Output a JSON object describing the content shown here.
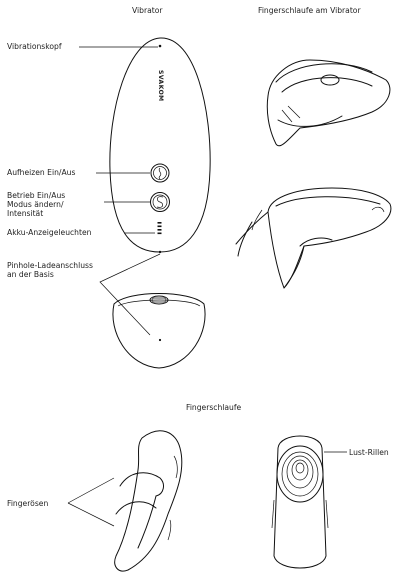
{
  "headings": {
    "vibrator": "Vibrator",
    "finger_loop_on_vibrator": "Fingerschlaufe am Vibrator",
    "finger_loop": "Fingerschlaufe"
  },
  "callouts": {
    "vibration_head": "Vibrationskopf",
    "heating": "Aufheizen Ein/Aus",
    "power_line1": "Betrieb Ein/Aus",
    "power_line2": "Modus ändern/",
    "power_line3": "Intensität",
    "battery_leds": "Akku-Anzeigeleuchten",
    "charging_line1": "Pinhole-Ladeanschluss",
    "charging_line2": "an der Basis",
    "finger_holes": "Fingerösen",
    "pleasure_ridges": "Lust-Rillen"
  },
  "brand_text": "SVAKOM",
  "colors": {
    "line": "#111111",
    "text": "#222222",
    "background": "#ffffff"
  }
}
